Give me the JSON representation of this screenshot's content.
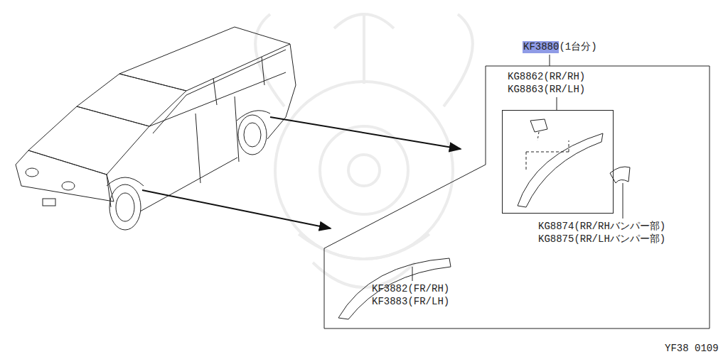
{
  "diagram": {
    "nodes": [
      {
        "text": [
          "KF3880(1台分)"
        ]
      },
      {
        "text": [
          "KG8862(RR/RH)",
          "KG8863(RR/LH)"
        ],
        "in": 0
      }
    ],
    "labels": [
      "KG8874(RR/RHバンパー部)",
      "KG8875(RR/LHバンパー部)",
      "KF3882(FR/RH)",
      "KF3883(FR/LH)",
      "YF38 0109"
    ]
  }
}
